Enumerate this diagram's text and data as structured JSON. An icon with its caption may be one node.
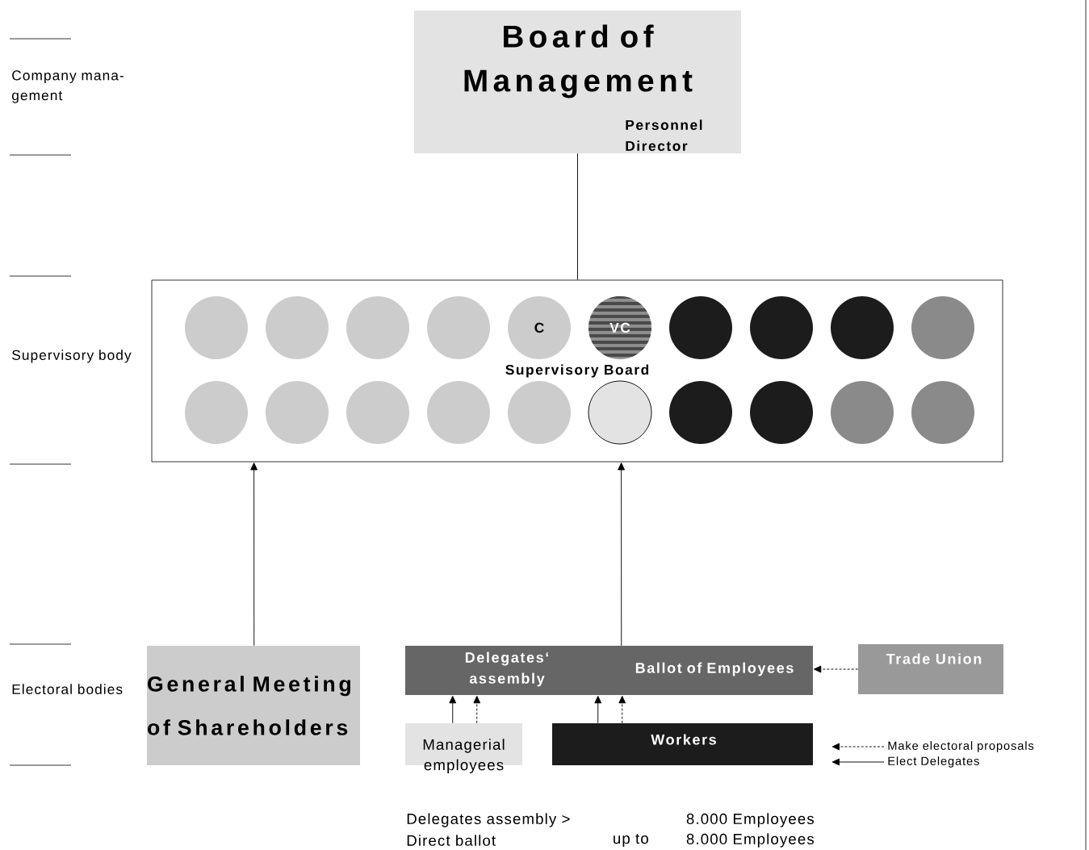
{
  "diagram": {
    "nodes": [
      {
        "text": [
          "Board of Management",
          "Personnel Director"
        ]
      },
      {
        "text": [
          "Supervisory Board"
        ]
      },
      {
        "text": [],
        "shape": "circle",
        "in": 1
      },
      {
        "text": [],
        "shape": "circle",
        "in": 1
      },
      {
        "text": [],
        "shape": "circle",
        "in": 1
      },
      {
        "text": [],
        "shape": "circle",
        "in": 1
      },
      {
        "text": [
          "C"
        ],
        "in": 1
      },
      {
        "text": [
          "VC"
        ],
        "in": 1
      },
      {
        "text": [],
        "shape": "circle",
        "in": 1
      },
      {
        "text": [],
        "shape": "circle",
        "in": 1
      },
      {
        "text": [],
        "shape": "circle",
        "in": 1
      },
      {
        "text": [],
        "shape": "circle",
        "in": 1
      },
      {
        "text": [],
        "shape": "circle",
        "in": 1
      },
      {
        "text": [],
        "shape": "circle",
        "in": 1
      },
      {
        "text": [],
        "shape": "circle",
        "in": 1
      },
      {
        "text": [],
        "shape": "circle",
        "in": 1
      },
      {
        "text": [],
        "shape": "circle",
        "in": 1
      },
      {
        "text": [],
        "shape": "circle",
        "in": 1
      },
      {
        "text": [],
        "shape": "circle",
        "in": 1
      },
      {
        "text": [],
        "shape": "circle",
        "in": 1
      },
      {
        "text": [],
        "shape": "circle",
        "in": 1
      },
      {
        "text": [],
        "shape": "circle",
        "in": 1
      },
      {
        "text": [
          "General Meeting of Shareholders"
        ]
      },
      {
        "text": [
          "Delegates‘ assembly",
          "Ballot of Employees"
        ]
      },
      {
        "text": [
          "Trade Union"
        ]
      },
      {
        "text": [
          "Managerial employees"
        ]
      },
      {
        "text": [
          "Workers"
        ]
      }
    ],
    "edges": [
      {
        "from": 0,
        "to": 1,
        "arrow": "none"
      },
      {
        "from": 22,
        "to": 1,
        "arrow": "to"
      },
      {
        "from": 23,
        "to": 1,
        "arrow": "to"
      },
      {
        "from": 24,
        "to": 23,
        "arrow": "to",
        "style": "dashed"
      },
      {
        "from": 25,
        "to": 23,
        "arrow": "to"
      },
      {
        "from": 25,
        "to": 23,
        "arrow": "to",
        "style": "dashed"
      },
      {
        "from": 26,
        "to": 23,
        "arrow": "to"
      },
      {
        "from": 26,
        "to": 23,
        "arrow": "to",
        "style": "dashed"
      }
    ],
    "labels": [
      "Company mana-gement",
      "Supervisory body",
      "Electoral bodies",
      "Delegates assembly >",
      "8.000 Employees",
      "Direct ballot",
      "up to",
      "8.000 Employees"
    ],
    "legend": [
      {
        "text": "Make electoral proposals"
      },
      {
        "text": "Elect Delegates"
      }
    ]
  }
}
